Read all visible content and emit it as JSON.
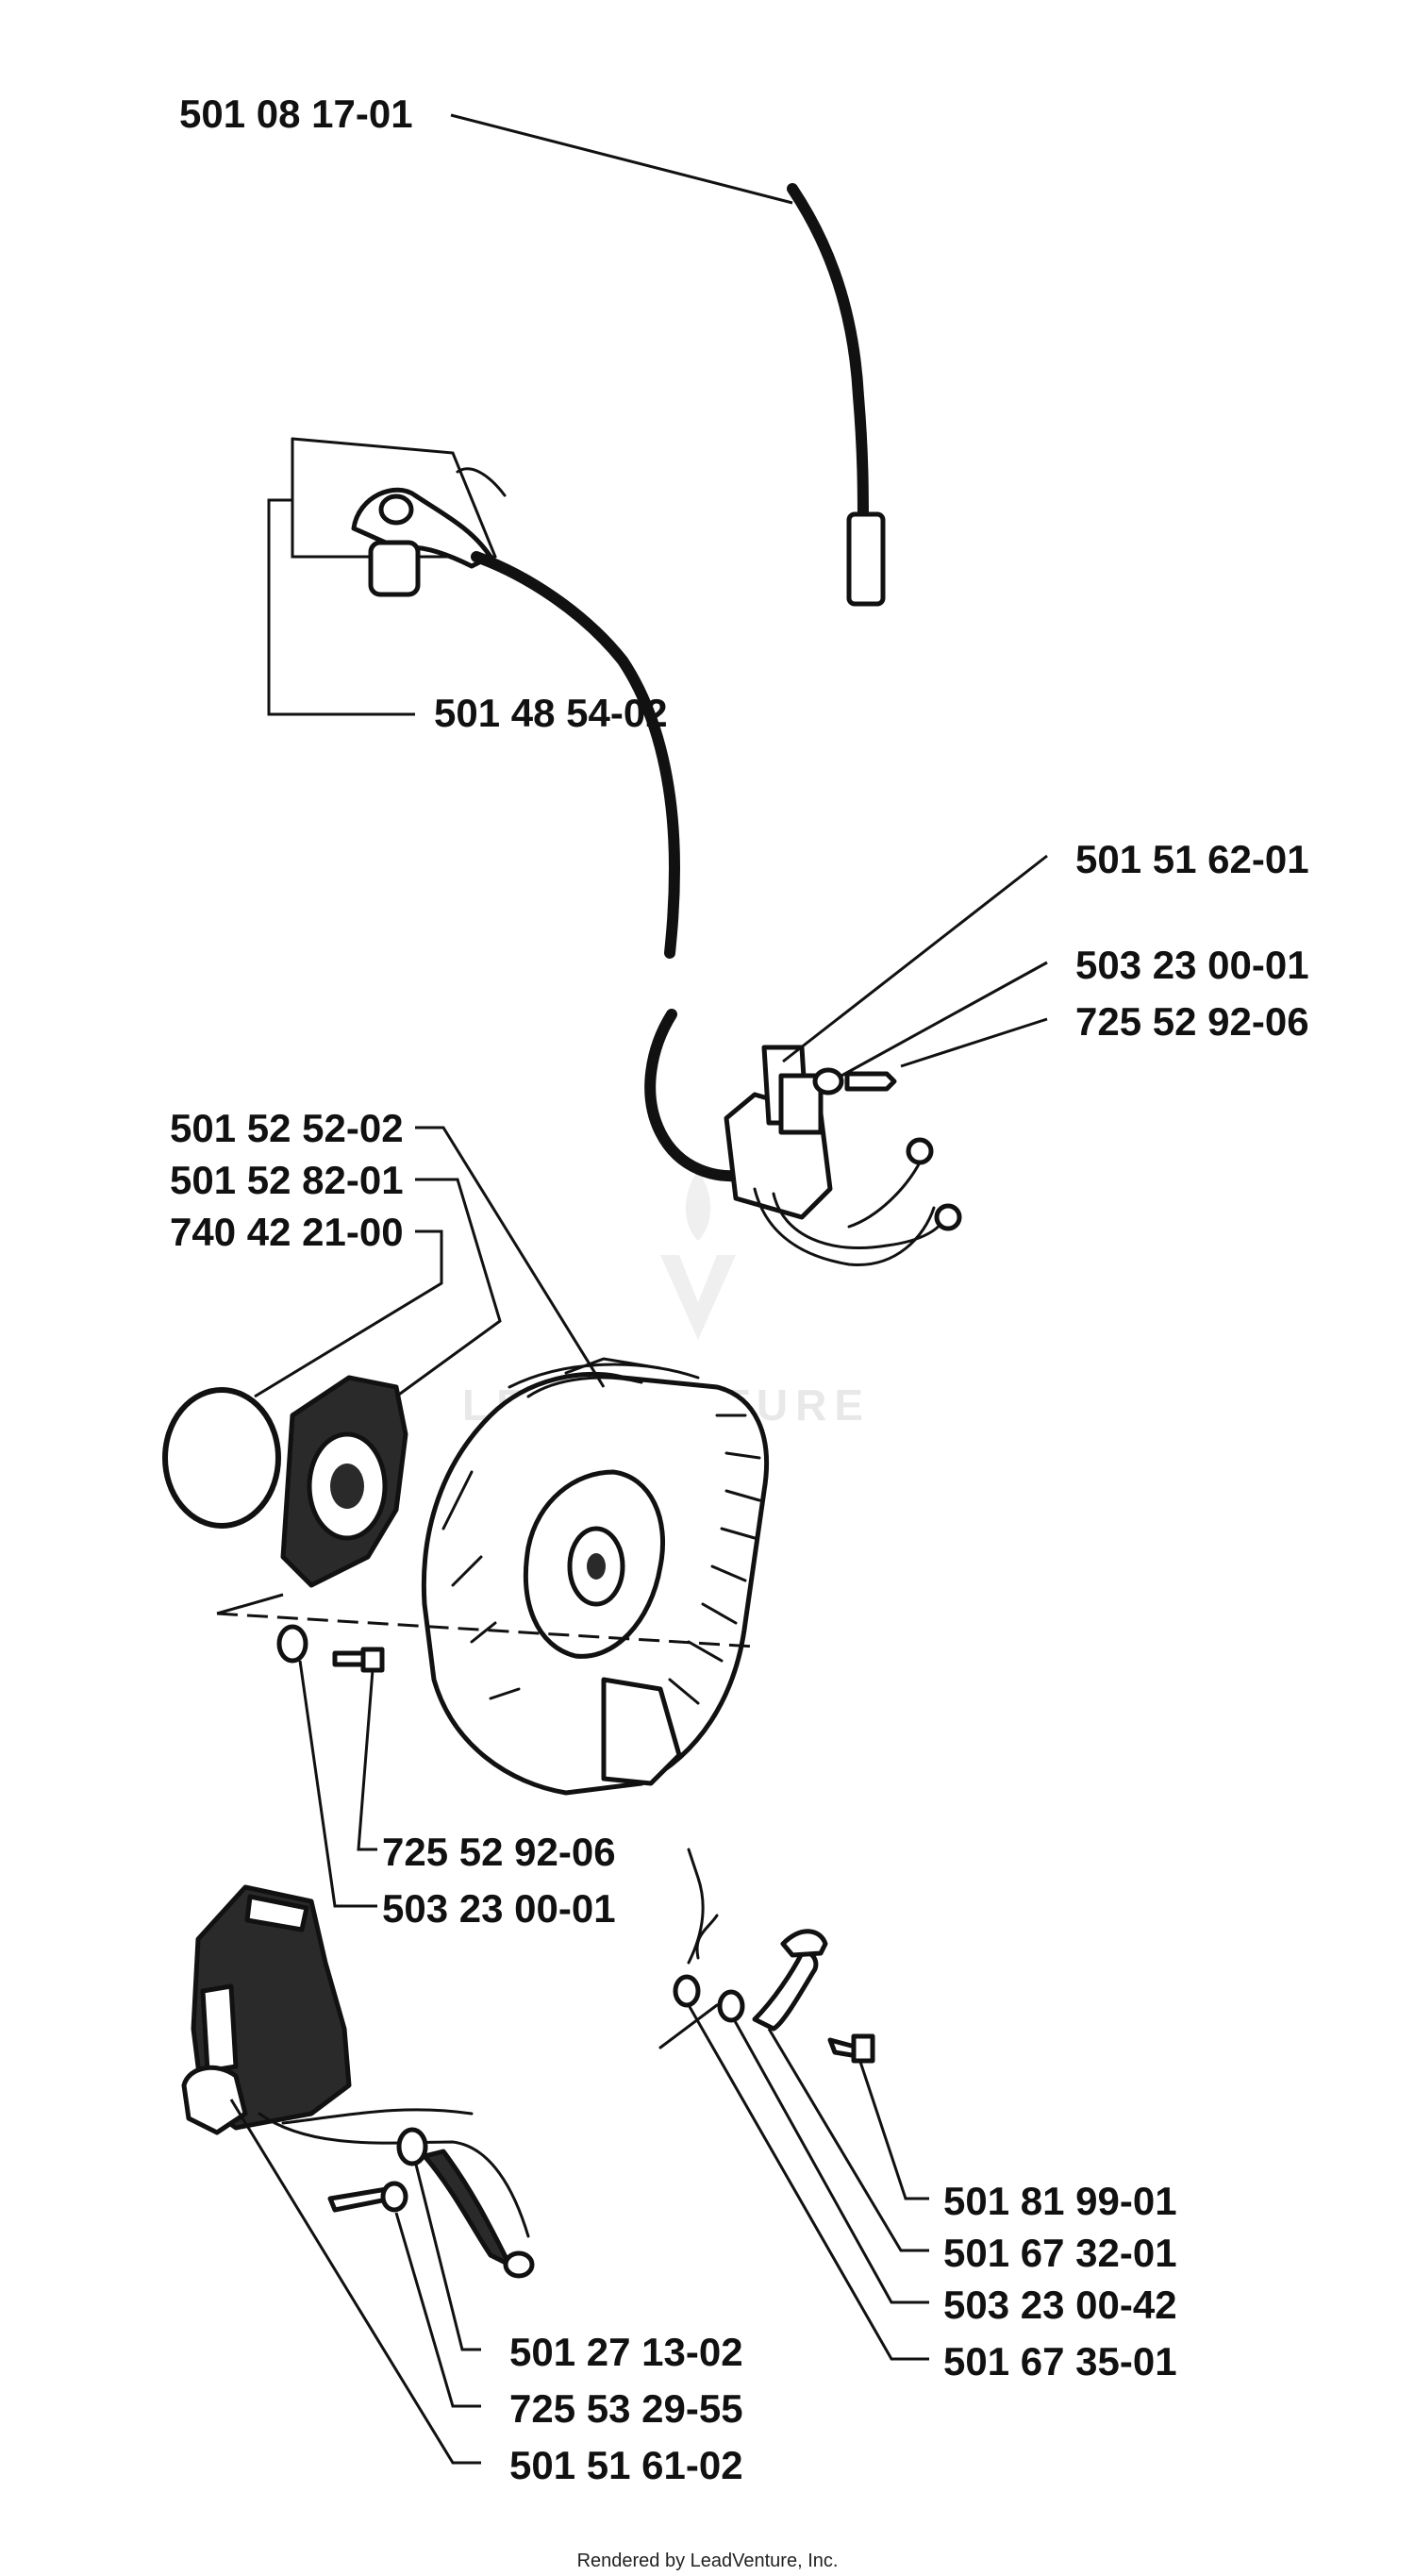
{
  "diagram": {
    "labels": {
      "hv_lead": "501 08 17-01",
      "plug_cap": "501 48 54-02",
      "ignition_module": "501 51 62-01",
      "module_washer": "503 23 00-01",
      "module_screw": "725 52 92-06",
      "flywheel": "501 52 52-02",
      "starter_pawl_plate": "501 52 82-01",
      "o_ring": "740 42 21-00",
      "flywheel_screw": "725 52 92-06",
      "flywheel_washer": "503 23 00-01",
      "switch_screw": "501 81 99-01",
      "switch_contact": "501 67 32-01",
      "switch_washer": "503 23 00-42",
      "switch_spring": "501 67 35-01",
      "grommet": "501 27 13-02",
      "bracket_screw": "725 53 29-55",
      "stop_switch": "501 51 61-02"
    },
    "watermark": "LEADVENTURE",
    "footer": "Rendered by LeadVenture, Inc."
  }
}
